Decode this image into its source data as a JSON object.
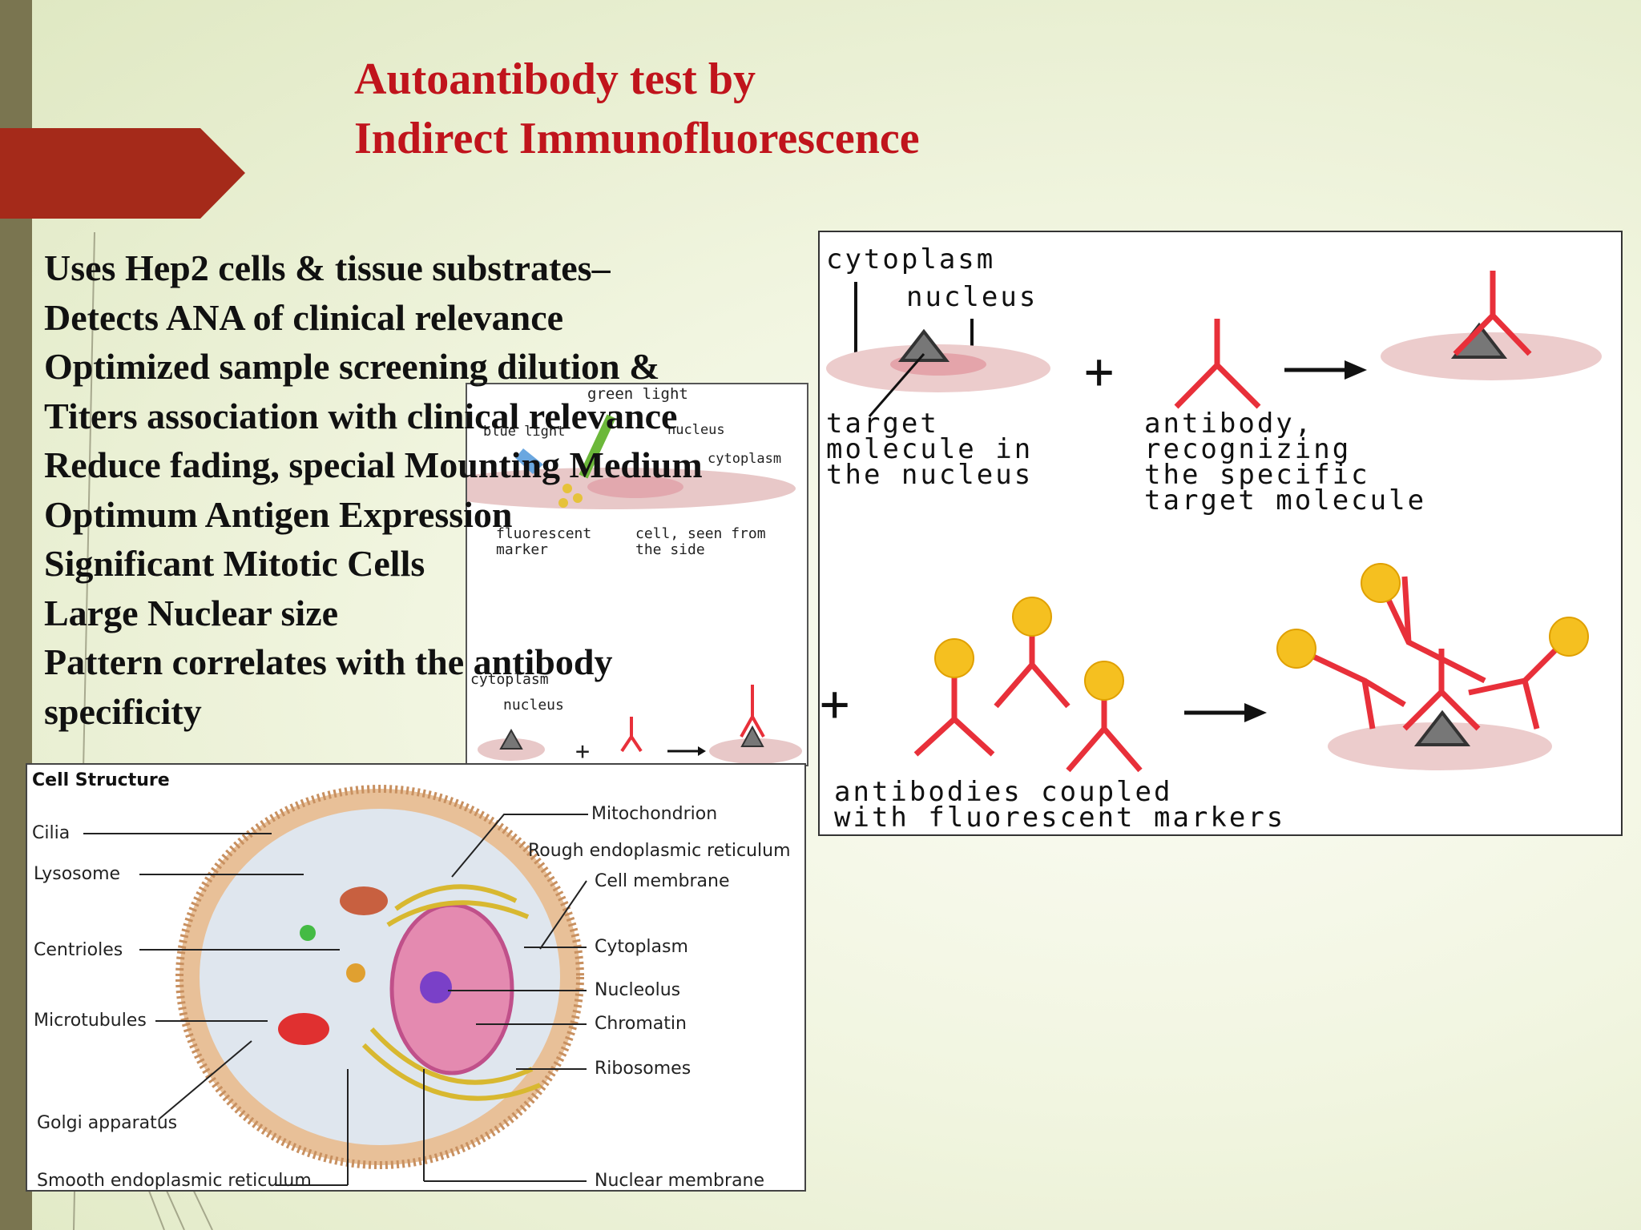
{
  "slide": {
    "title_line1": "Autoantibody test by",
    "title_line2": "Indirect Immunofluorescence",
    "bullets": [
      "Uses Hep2 cells & tissue substrates–",
      "Detects ANA of clinical relevance",
      "Optimized sample screening dilution &",
      "Titers association with clinical relevance",
      "Reduce fading, special Mounting Medium",
      "Optimum Antigen Expression",
      "Significant Mitotic Cells",
      "Large Nuclear size",
      "Pattern correlates with the antibody",
      "specificity"
    ],
    "colors": {
      "title": "#c0141c",
      "arrow": "#a52a1a",
      "leftbar": "#7a7550",
      "antibody": "#e8303a",
      "marker": "#f5c020"
    }
  },
  "small_diagram": {
    "green_light": "green light",
    "blue_light": "blue light",
    "nucleus": "nucleus",
    "cytoplasm": "cytoplasm",
    "fluorescent_marker_1": "fluorescent",
    "fluorescent_marker_2": "marker",
    "cell_side_1": "cell, seen from",
    "cell_side_2": "the side",
    "cytoplasm_2": "cytoplasm",
    "nucleus_2": "nucleus"
  },
  "big_diagram": {
    "cytoplasm": "cytoplasm",
    "nucleus": "nucleus",
    "target_1": "target",
    "target_2": "molecule in",
    "target_3": "the nucleus",
    "antibody_1": "antibody,",
    "antibody_2": "recognizing",
    "antibody_3": "the specific",
    "antibody_4": "target molecule",
    "coupled_1": "antibodies coupled",
    "coupled_2": "with fluorescent markers"
  },
  "cell_structure": {
    "title": "Cell Structure",
    "left_labels": [
      "Cilia",
      "Lysosome",
      "Centrioles",
      "Microtubules",
      "Golgi apparatus",
      "Smooth endoplasmic reticulum"
    ],
    "right_labels": [
      "Mitochondrion",
      "Rough endoplasmic reticulum",
      "Cell membrane",
      "Cytoplasm",
      "Nucleolus",
      "Chromatin",
      "Ribosomes",
      "Nuclear membrane"
    ]
  }
}
